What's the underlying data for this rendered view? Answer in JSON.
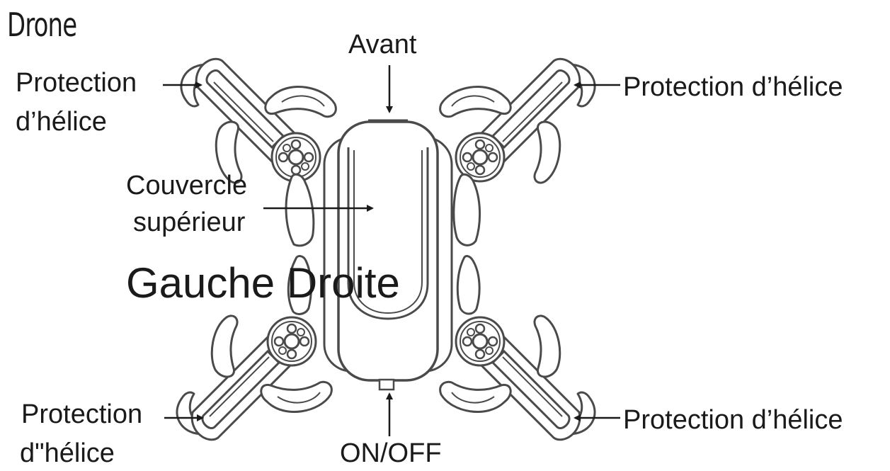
{
  "title": "Drone",
  "labels": {
    "front": "Avant",
    "guard_top_left_line1": "Protection",
    "guard_top_left_line2": "d’hélice",
    "guard_top_right": "Protection d’hélice",
    "cover_line1": "Couvercle",
    "cover_line2": "supérieur",
    "left_right": "Gauche Droite",
    "guard_bottom_left_line1": "Protection",
    "guard_bottom_left_line2": "d\"hélice",
    "guard_bottom_right": "Protection d’hélice",
    "power": "ON/OFF"
  },
  "colors": {
    "line": "#4a4a4a",
    "text": "#1a1a1a",
    "background": "#ffffff"
  }
}
